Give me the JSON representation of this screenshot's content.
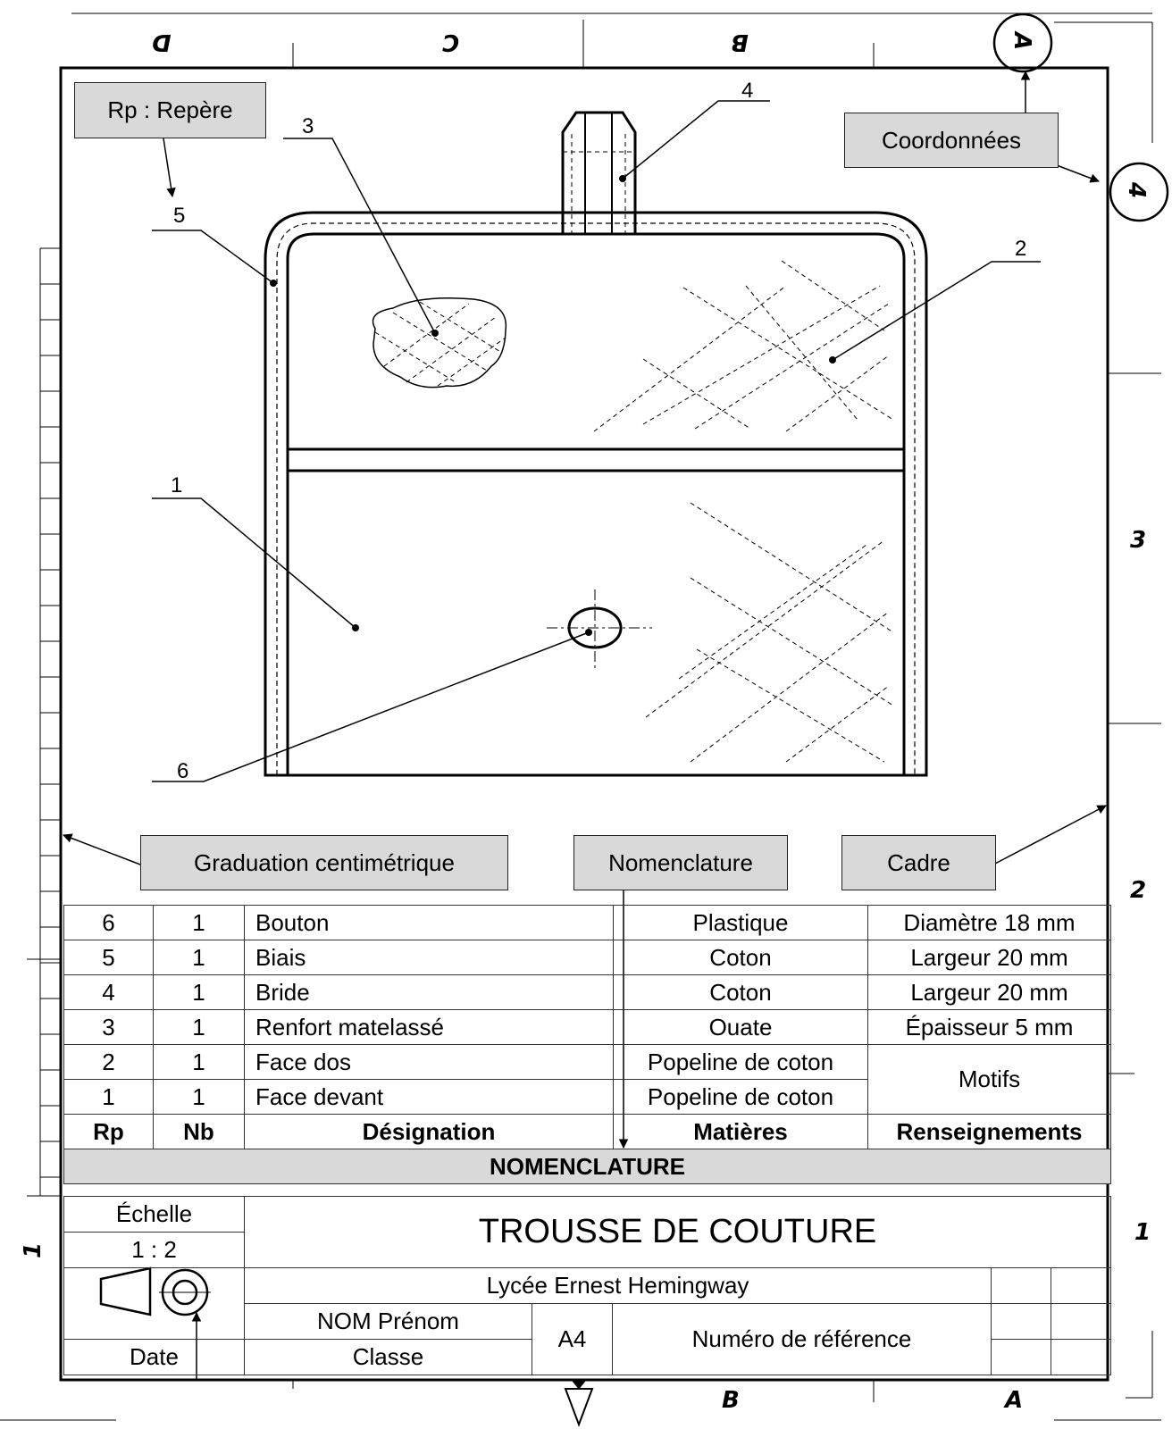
{
  "labels": {
    "repere": "Rp : Repère",
    "coordonnees": "Coordonnées",
    "graduation": "Graduation centimétrique",
    "nomenclature": "Nomenclature",
    "cadre": "Cadre"
  },
  "zones": {
    "top": [
      "D",
      "C",
      "B",
      "A"
    ],
    "right": [
      "4",
      "3",
      "2",
      "1"
    ],
    "bottom": [
      "B",
      "A"
    ],
    "left": [
      "1"
    ]
  },
  "callouts": [
    "1",
    "2",
    "3",
    "4",
    "5",
    "6"
  ],
  "nomenclature": {
    "rows": [
      {
        "rp": "6",
        "nb": "1",
        "designation": "Bouton",
        "matiere": "Plastique",
        "info": "Diamètre 18 mm"
      },
      {
        "rp": "5",
        "nb": "1",
        "designation": "Biais",
        "matiere": "Coton",
        "info": "Largeur 20 mm"
      },
      {
        "rp": "4",
        "nb": "1",
        "designation": "Bride",
        "matiere": "Coton",
        "info": "Largeur 20 mm"
      },
      {
        "rp": "3",
        "nb": "1",
        "designation": "Renfort matelassé",
        "matiere": "Ouate",
        "info": "Épaisseur 5 mm"
      },
      {
        "rp": "2",
        "nb": "1",
        "designation": "Face dos",
        "matiere": "Popeline de coton",
        "info": "Motifs"
      },
      {
        "rp": "1",
        "nb": "1",
        "designation": "Face devant",
        "matiere": "Popeline de coton",
        "info": ""
      }
    ],
    "headers": {
      "rp": "Rp",
      "nb": "Nb",
      "designation": "Désignation",
      "matiere": "Matières",
      "info": "Renseignements"
    },
    "title": "NOMENCLATURE"
  },
  "cartouche": {
    "echelle_label": "Échelle",
    "echelle": "1 : 2",
    "title": "TROUSSE DE COUTURE",
    "school": "Lycée Ernest Hemingway",
    "nom": "NOM Prénom",
    "classe": "Classe",
    "format": "A4",
    "reference": "Numéro de référence",
    "date": "Date"
  }
}
